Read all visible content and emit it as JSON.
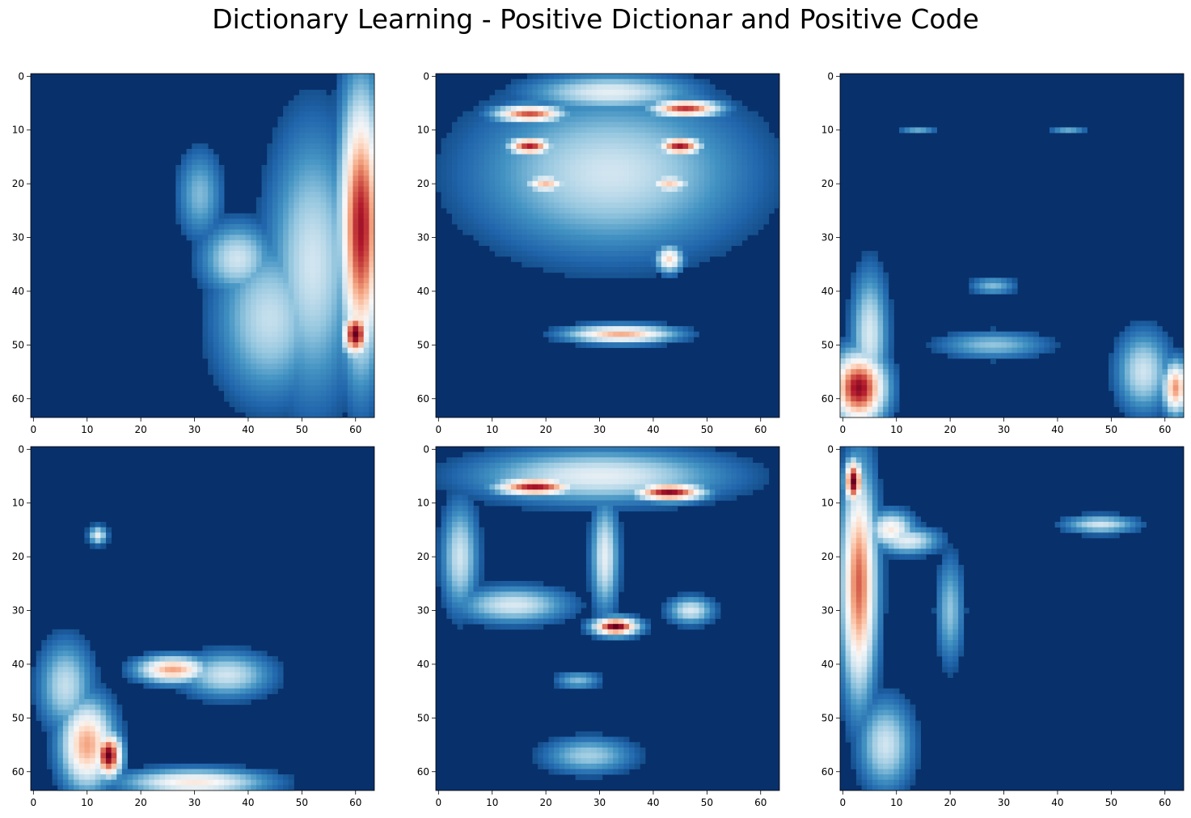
{
  "title": "Dictionary Learning - Positive Dictionar and Positive Code",
  "colormap": "RdBu_r",
  "colormap_stops": [
    "#053061",
    "#2166ac",
    "#4393c3",
    "#92c5de",
    "#d1e5f0",
    "#f7f7f7",
    "#fddbc7",
    "#f4a582",
    "#d6604d",
    "#b2182b",
    "#67001f"
  ],
  "background_color": "#08306b",
  "chart_data": [
    {
      "type": "heatmap",
      "image_size": [
        64,
        64
      ],
      "xticks": [
        0,
        10,
        20,
        30,
        40,
        50,
        60
      ],
      "yticks": [
        0,
        10,
        20,
        30,
        40,
        50,
        60
      ],
      "xlim": [
        -0.5,
        63.5
      ],
      "ylim": [
        63.5,
        -0.5
      ],
      "features": [
        {
          "cx": 61,
          "cy": 28,
          "rx": 5,
          "ry": 30,
          "v": 0.92
        },
        {
          "cx": 60,
          "cy": 48,
          "rx": 3,
          "ry": 5,
          "v": 1.0
        },
        {
          "cx": 52,
          "cy": 35,
          "rx": 10,
          "ry": 30,
          "v": 0.4
        },
        {
          "cx": 44,
          "cy": 45,
          "rx": 12,
          "ry": 18,
          "v": 0.38
        },
        {
          "cx": 38,
          "cy": 34,
          "rx": 8,
          "ry": 8,
          "v": 0.4
        },
        {
          "cx": 31,
          "cy": 22,
          "rx": 5,
          "ry": 10,
          "v": 0.28
        }
      ]
    },
    {
      "type": "heatmap",
      "image_size": [
        64,
        64
      ],
      "xticks": [
        0,
        10,
        20,
        30,
        40,
        50,
        60
      ],
      "yticks": [
        0,
        10,
        20,
        30,
        40,
        50,
        60
      ],
      "xlim": [
        -0.5,
        63.5
      ],
      "ylim": [
        63.5,
        -0.5
      ],
      "features": [
        {
          "cx": 32,
          "cy": 18,
          "rx": 30,
          "ry": 18,
          "v": 0.4
        },
        {
          "cx": 17,
          "cy": 7,
          "rx": 8,
          "ry": 2,
          "v": 0.82
        },
        {
          "cx": 46,
          "cy": 6,
          "rx": 8,
          "ry": 2,
          "v": 0.86
        },
        {
          "cx": 17,
          "cy": 13,
          "rx": 5,
          "ry": 2,
          "v": 0.9
        },
        {
          "cx": 45,
          "cy": 13,
          "rx": 5,
          "ry": 2,
          "v": 0.92
        },
        {
          "cx": 20,
          "cy": 20,
          "rx": 5,
          "ry": 2,
          "v": 0.65
        },
        {
          "cx": 43,
          "cy": 20,
          "rx": 5,
          "ry": 2,
          "v": 0.62
        },
        {
          "cx": 34,
          "cy": 48,
          "rx": 12,
          "ry": 2,
          "v": 0.68
        },
        {
          "cx": 43,
          "cy": 34,
          "rx": 3,
          "ry": 3,
          "v": 0.6
        },
        {
          "cx": 32,
          "cy": 3,
          "rx": 18,
          "ry": 4,
          "v": 0.45
        }
      ]
    },
    {
      "type": "heatmap",
      "image_size": [
        64,
        64
      ],
      "xticks": [
        0,
        10,
        20,
        30,
        40,
        50,
        60
      ],
      "yticks": [
        0,
        10,
        20,
        30,
        40,
        50,
        60
      ],
      "xlim": [
        -0.5,
        63.5
      ],
      "ylim": [
        63.5,
        -0.5
      ],
      "features": [
        {
          "cx": 3,
          "cy": 58,
          "rx": 6,
          "ry": 8,
          "v": 0.95
        },
        {
          "cx": 5,
          "cy": 48,
          "rx": 4,
          "ry": 14,
          "v": 0.42
        },
        {
          "cx": 62,
          "cy": 58,
          "rx": 3,
          "ry": 6,
          "v": 0.72
        },
        {
          "cx": 56,
          "cy": 55,
          "rx": 6,
          "ry": 9,
          "v": 0.4
        },
        {
          "cx": 28,
          "cy": 50,
          "rx": 12,
          "ry": 3,
          "v": 0.3
        },
        {
          "cx": 28,
          "cy": 39,
          "rx": 5,
          "ry": 2,
          "v": 0.28
        },
        {
          "cx": 14,
          "cy": 10,
          "rx": 4,
          "ry": 1,
          "v": 0.24
        },
        {
          "cx": 42,
          "cy": 10,
          "rx": 4,
          "ry": 1,
          "v": 0.24
        }
      ]
    },
    {
      "type": "heatmap",
      "image_size": [
        64,
        64
      ],
      "xticks": [
        0,
        10,
        20,
        30,
        40,
        50,
        60
      ],
      "yticks": [
        0,
        10,
        20,
        30,
        40,
        50,
        60
      ],
      "xlim": [
        -0.5,
        63.5
      ],
      "ylim": [
        63.5,
        -0.5
      ],
      "features": [
        {
          "cx": 14,
          "cy": 57,
          "rx": 3,
          "ry": 5,
          "v": 1.0
        },
        {
          "cx": 10,
          "cy": 55,
          "rx": 6,
          "ry": 10,
          "v": 0.7
        },
        {
          "cx": 26,
          "cy": 41,
          "rx": 8,
          "ry": 3,
          "v": 0.7
        },
        {
          "cx": 36,
          "cy": 42,
          "rx": 10,
          "ry": 5,
          "v": 0.4
        },
        {
          "cx": 30,
          "cy": 62,
          "rx": 16,
          "ry": 3,
          "v": 0.55
        },
        {
          "cx": 6,
          "cy": 44,
          "rx": 6,
          "ry": 10,
          "v": 0.38
        },
        {
          "cx": 12,
          "cy": 16,
          "rx": 2,
          "ry": 2,
          "v": 0.45
        }
      ]
    },
    {
      "type": "heatmap",
      "image_size": [
        64,
        64
      ],
      "xticks": [
        0,
        10,
        20,
        30,
        40,
        50,
        60
      ],
      "yticks": [
        0,
        10,
        20,
        30,
        40,
        50,
        60
      ],
      "xlim": [
        -0.5,
        63.5
      ],
      "ylim": [
        63.5,
        -0.5
      ],
      "features": [
        {
          "cx": 18,
          "cy": 7,
          "rx": 9,
          "ry": 2,
          "v": 0.92
        },
        {
          "cx": 43,
          "cy": 8,
          "rx": 8,
          "ry": 2,
          "v": 0.95
        },
        {
          "cx": 33,
          "cy": 33,
          "rx": 5,
          "ry": 2,
          "v": 1.0
        },
        {
          "cx": 30,
          "cy": 5,
          "rx": 28,
          "ry": 6,
          "v": 0.45
        },
        {
          "cx": 31,
          "cy": 20,
          "rx": 3,
          "ry": 12,
          "v": 0.45
        },
        {
          "cx": 14,
          "cy": 29,
          "rx": 12,
          "ry": 4,
          "v": 0.42
        },
        {
          "cx": 47,
          "cy": 30,
          "rx": 5,
          "ry": 3,
          "v": 0.42
        },
        {
          "cx": 4,
          "cy": 20,
          "rx": 4,
          "ry": 12,
          "v": 0.4
        },
        {
          "cx": 28,
          "cy": 57,
          "rx": 10,
          "ry": 4,
          "v": 0.33
        },
        {
          "cx": 26,
          "cy": 43,
          "rx": 5,
          "ry": 2,
          "v": 0.28
        }
      ]
    },
    {
      "type": "heatmap",
      "image_size": [
        64,
        64
      ],
      "xticks": [
        0,
        10,
        20,
        30,
        40,
        50,
        60
      ],
      "yticks": [
        0,
        10,
        20,
        30,
        40,
        50,
        60
      ],
      "xlim": [
        -0.5,
        63.5
      ],
      "ylim": [
        63.5,
        -0.5
      ],
      "features": [
        {
          "cx": 2,
          "cy": 6,
          "rx": 2,
          "ry": 5,
          "v": 1.0
        },
        {
          "cx": 3,
          "cy": 25,
          "rx": 4,
          "ry": 25,
          "v": 0.8
        },
        {
          "cx": 9,
          "cy": 15,
          "rx": 5,
          "ry": 4,
          "v": 0.55
        },
        {
          "cx": 12,
          "cy": 17,
          "rx": 7,
          "ry": 3,
          "v": 0.45
        },
        {
          "cx": 8,
          "cy": 55,
          "rx": 6,
          "ry": 10,
          "v": 0.4
        },
        {
          "cx": 48,
          "cy": 14,
          "rx": 8,
          "ry": 2,
          "v": 0.4
        },
        {
          "cx": 20,
          "cy": 30,
          "rx": 3,
          "ry": 12,
          "v": 0.3
        }
      ]
    }
  ]
}
